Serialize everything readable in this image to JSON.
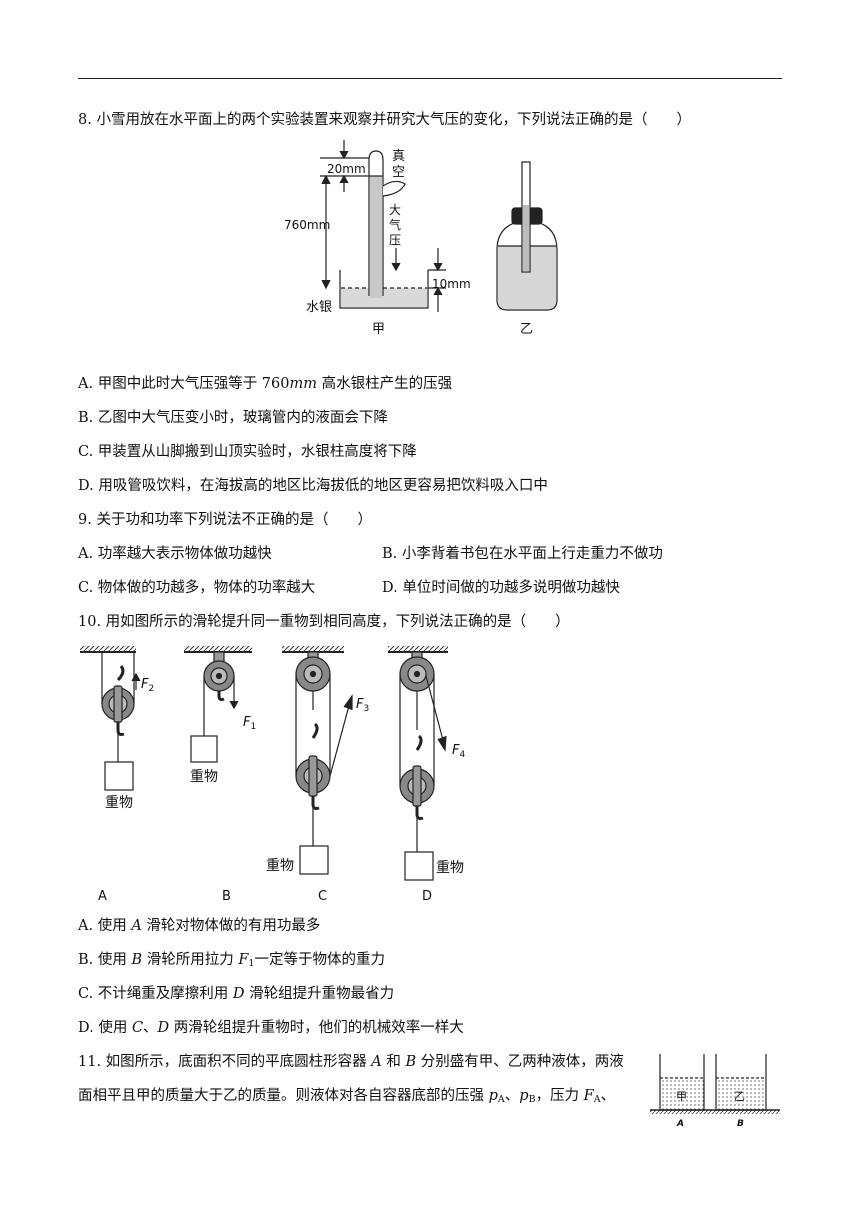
{
  "q8": {
    "stem": "8. 小雪用放在水平面上的两个实验装置来观察并研究大气压的变化，下列说法正确的是（　　）",
    "fig_jia": {
      "label_20mm": "20mm",
      "label_vacuum_1": "真",
      "label_vacuum_2": "空",
      "label_760mm": "760mm",
      "label_atm_1": "大",
      "label_atm_2": "气",
      "label_atm_3": "压",
      "label_10mm": "10mm",
      "label_mercury": "水银",
      "caption": "甲"
    },
    "fig_yi": {
      "caption": "乙"
    },
    "opt_a_1": "A. 甲图中此时大气压强等于 760",
    "opt_a_unit": "mm",
    "opt_a_2": " 高水银柱产生的压强",
    "opt_b": "B. 乙图中大气压变小时，玻璃管内的液面会下降",
    "opt_c": "C. 甲装置从山脚搬到山顶实验时，水银柱高度将下降",
    "opt_d": "D. 用吸管吸饮料，在海拔高的地区比海拔低的地区更容易把饮料吸入口中"
  },
  "q9": {
    "stem": "9. 关于功和功率下列说法不正确的是（　　）",
    "opt_a": "A. 功率越大表示物体做功越快",
    "opt_b": "B. 小李背着书包在水平面上行走重力不做功",
    "opt_c": "C. 物体做的功越多，物体的功率越大",
    "opt_d": "D. 单位时间做的功越多说明做功越快"
  },
  "q10": {
    "stem": "10. 用如图所示的滑轮提升同一重物到相同高度，下列说法正确的是（　　）",
    "weight_label": "重物",
    "f1": "F",
    "f1_sub": "1",
    "f2": "F",
    "f2_sub": "2",
    "f3": "F",
    "f3_sub": "3",
    "f4": "F",
    "f4_sub": "4",
    "cap_a": "A",
    "cap_b": "B",
    "cap_c": "C",
    "cap_d": "D",
    "opt_a_1": "A. 使用 ",
    "opt_a_var": "A",
    "opt_a_2": " 滑轮对物体做的有用功最多",
    "opt_b_1": "B. 使用 ",
    "opt_b_var": "B",
    "opt_b_2": " 滑轮所用拉力 ",
    "opt_b_f": "F",
    "opt_b_fsub": "1",
    "opt_b_3": "一定等于物体的重力",
    "opt_c_1": "C. 不计绳重及摩擦利用 ",
    "opt_c_var": "D",
    "opt_c_2": " 滑轮组提升重物最省力",
    "opt_d_1": "D. 使用 ",
    "opt_d_var1": "C",
    "opt_d_sep": "、",
    "opt_d_var2": "D",
    "opt_d_2": " 两滑轮组提升重物时，他们的机械效率一样大"
  },
  "q11": {
    "line1_1": "11. 如图所示，底面积不同的平底圆柱形容器 ",
    "line1_a": "A",
    "line1_and": " 和 ",
    "line1_b": "B",
    "line1_2": " 分别盛有甲、乙两种液体，两液",
    "line2_1": "面相平且甲的质量大于乙的质量。则液体对各自容器底部的压强 ",
    "line2_p": "p",
    "line2_pa": "A",
    "line2_sep": "、",
    "line2_p2": "p",
    "line2_pb": "B",
    "line2_2": "，压力 ",
    "line2_f": "F",
    "line2_fa": "A",
    "line2_3": "、",
    "fig": {
      "liquid_a": "甲",
      "liquid_b": "乙",
      "label_a": "A",
      "label_b": "B"
    }
  }
}
